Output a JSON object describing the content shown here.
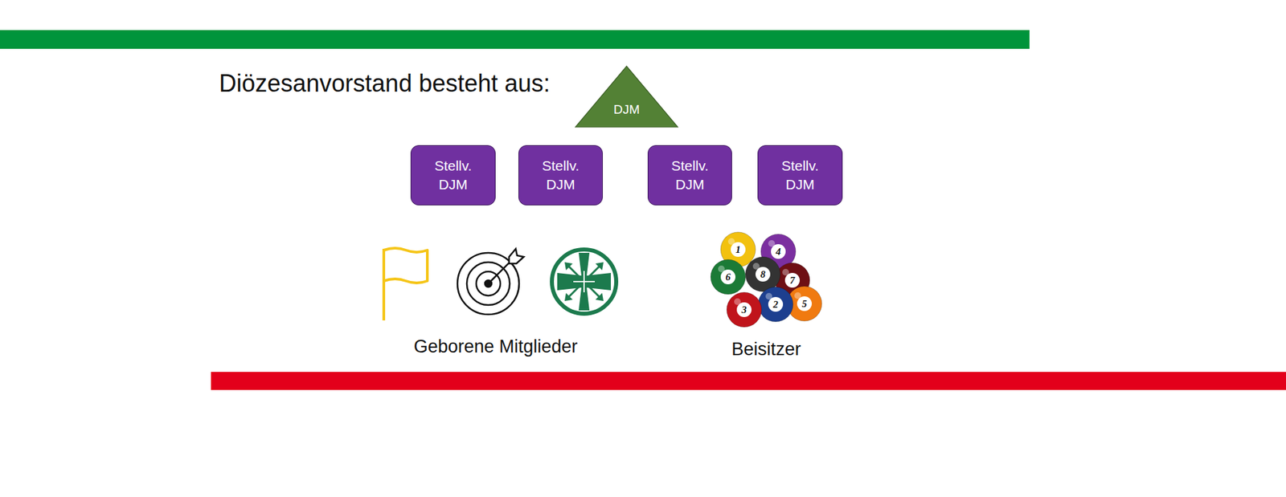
{
  "diagram": {
    "title": "Diözesanvorstand besteht aus:",
    "nodes": [
      {
        "text": [
          "DJM"
        ]
      },
      {
        "text": [
          "Stellv. DJM"
        ]
      },
      {
        "text": [
          "Stellv. DJM"
        ]
      },
      {
        "text": [
          "Stellv. DJM"
        ]
      },
      {
        "text": [
          "Stellv. DJM"
        ]
      }
    ],
    "labels": [
      "Geborene Mitglieder",
      "Beisitzer",
      "4",
      "1",
      "7",
      "8",
      "6",
      "5",
      "2",
      "3"
    ]
  }
}
